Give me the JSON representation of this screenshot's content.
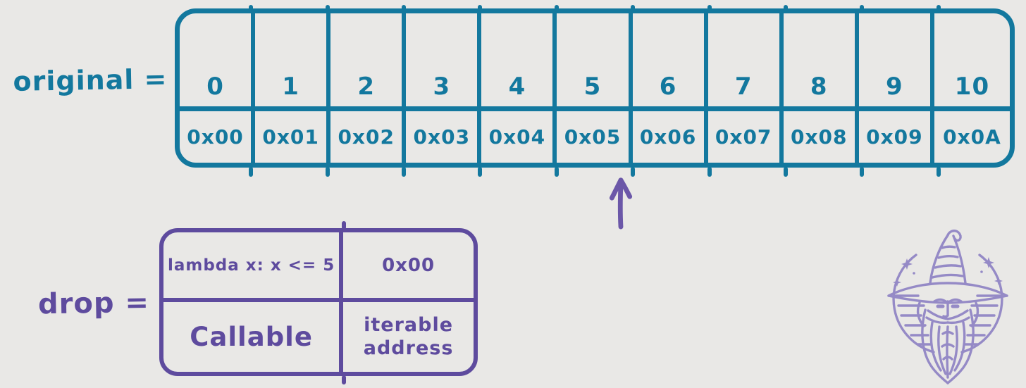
{
  "canvas": {
    "bg": "#e9e8e6"
  },
  "original": {
    "label": "original =",
    "color": "#13789e",
    "indices": [
      "0",
      "1",
      "2",
      "3",
      "4",
      "5",
      "6",
      "7",
      "8",
      "9",
      "10"
    ],
    "addresses": [
      "0x00",
      "0x01",
      "0x02",
      "0x03",
      "0x04",
      "0x05",
      "0x06",
      "0x07",
      "0x08",
      "0x09",
      "0x0A"
    ]
  },
  "pointer": {
    "color": "#6b57a8"
  },
  "drop": {
    "label": "drop =",
    "color": "#5e4b9e",
    "cells": {
      "top_left": "lambda x: x <= 5",
      "top_right": "0x00",
      "bottom_left": "Callable",
      "bottom_right": "iterable\naddress"
    }
  },
  "logo": {
    "name": "wizard",
    "color": "#958ac6"
  }
}
